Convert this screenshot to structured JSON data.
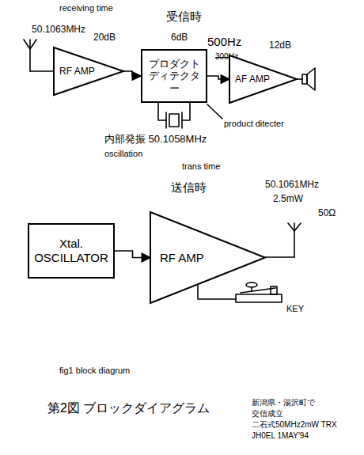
{
  "diagram": {
    "caption": "第2図 ブロックダイアグラム",
    "nodes": [
      {
        "text": [
          "RF AMP"
        ]
      },
      {
        "text": [
          "プロダクト ディテクター"
        ]
      },
      {
        "text": [
          "AF AMP"
        ]
      },
      {
        "text": [
          "Xtal. OSCILLATOR"
        ]
      },
      {
        "text": [
          "RF AMP"
        ]
      }
    ],
    "edges": [
      {
        "from": 0,
        "to": 1,
        "arrow": "to"
      },
      {
        "from": 1,
        "to": 2,
        "arrow": "to"
      },
      {
        "from": 3,
        "to": 4,
        "arrow": "to"
      }
    ],
    "labels": [
      "receiving time",
      "50.1063MHz",
      "20dB",
      "受信時",
      "6dB",
      "500Hz",
      "300Hz",
      "12dB",
      "product ditecter",
      "内部発振 50.1058MHz",
      "oscillation",
      "trans time",
      "送信時",
      "50.1061MHz",
      "2.5mW",
      "50Ω",
      "KEY",
      "fig1 block diagrum",
      "新潟県・湯沢町で",
      "交信成立",
      "二石式50MHz2mW TRX",
      "JH0EL 1MAY'94"
    ]
  }
}
